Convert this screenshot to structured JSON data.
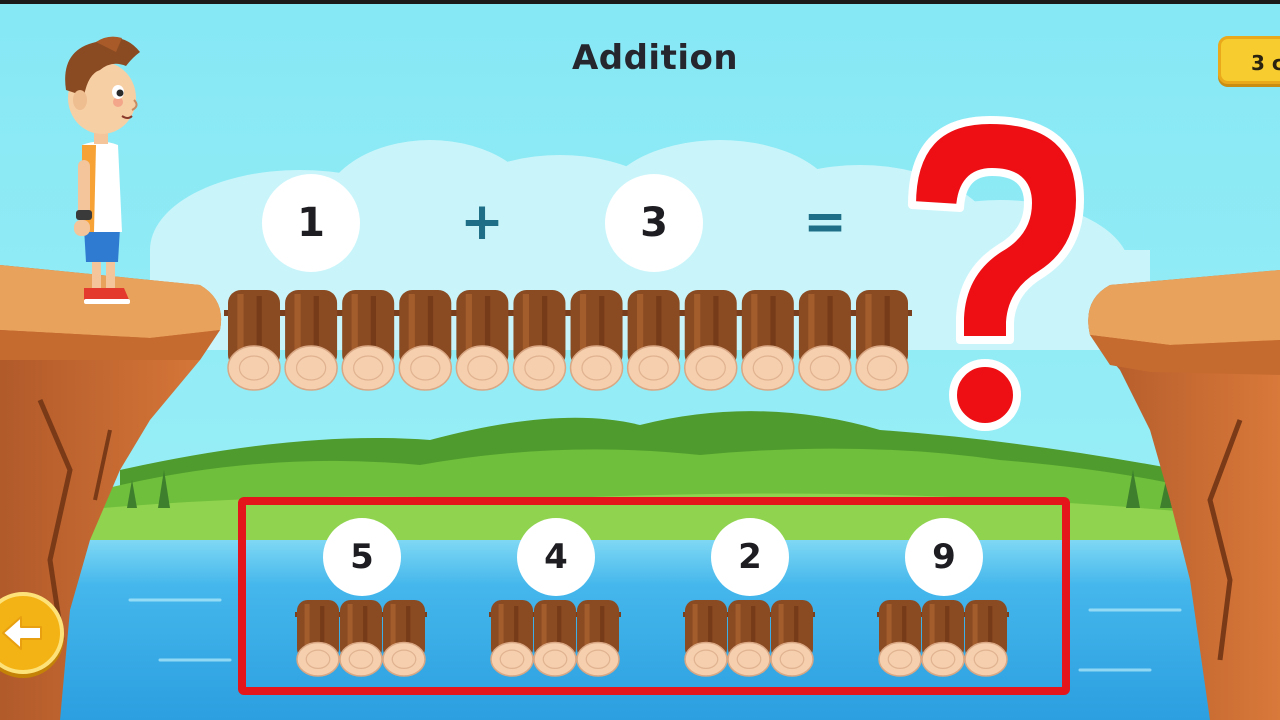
{
  "game": {
    "title": "Addition",
    "counter_text": "3 c",
    "equation": {
      "operand_a": "1",
      "operator": "+",
      "operand_b": "3",
      "equals": "=",
      "unknown": "?"
    },
    "answer_choices": [
      {
        "value": "5"
      },
      {
        "value": "4"
      },
      {
        "value": "2"
      },
      {
        "value": "9"
      }
    ],
    "bridge_log_count": 12,
    "logs_per_choice": 3,
    "back_button": {
      "icon": "back-arrow-icon"
    }
  },
  "colors": {
    "sky": "#7ee3f2",
    "water": "#3fb4ea",
    "question_mark": "#ee0f14",
    "highlight_box": "#e4161b",
    "counter_bg": "#f7cc2e",
    "back_button": "#f4b315",
    "operator": "#1d6e86",
    "log_bark": "#8a4a22",
    "log_end": "#f5cfae"
  }
}
